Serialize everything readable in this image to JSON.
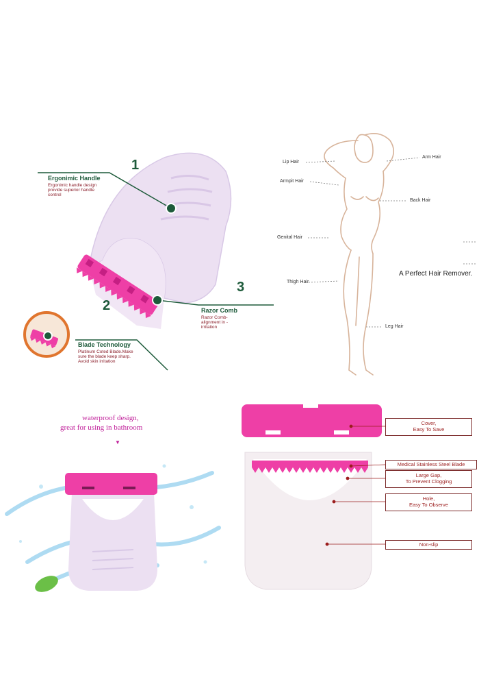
{
  "panel1": {
    "features": [
      {
        "number": "1",
        "title": "Ergonimic Handle",
        "desc": [
          "Ergonimic handle design",
          "provide superior handle",
          "control"
        ]
      },
      {
        "number": "2",
        "title": "Blade Technology",
        "desc": [
          "Platinum Coted Blade.Make",
          "sure the blade keep sharp.",
          "Avoid skin irritation"
        ]
      },
      {
        "number": "3",
        "title": "Razor Comb",
        "desc": [
          "Razor Comb-",
          "alignment in -",
          "irritation"
        ]
      }
    ]
  },
  "panel2": {
    "tagline": "A Perfect Hair Remover.",
    "labels": {
      "lip": "Lip Hair",
      "armpit": "Armpit Hair",
      "genital": "Genital Hair",
      "thigh": "Thigh Hair",
      "arm": "Arm Hair",
      "back": "Back Hair",
      "leg": "Leg Hair"
    }
  },
  "panel3": {
    "caption_line1": "waterproof design,",
    "caption_line2": "great for using in bathroom",
    "accent": "#c0209a"
  },
  "panel4": {
    "callouts": [
      {
        "lines": [
          "Cover,",
          "Easy To Save"
        ]
      },
      {
        "lines": [
          "Medical Stainless Steel Blade"
        ]
      },
      {
        "lines": [
          "Large Gap,",
          "To Prevent Clogging"
        ]
      },
      {
        "lines": [
          "Hole,",
          "Easy To Observe"
        ]
      },
      {
        "lines": [
          "Non-slip"
        ]
      }
    ]
  },
  "colors": {
    "pink": "#ee3fa6",
    "lavender": "#ece0f2",
    "green": "#1d5a3a",
    "maroon": "#8a1e2a"
  }
}
